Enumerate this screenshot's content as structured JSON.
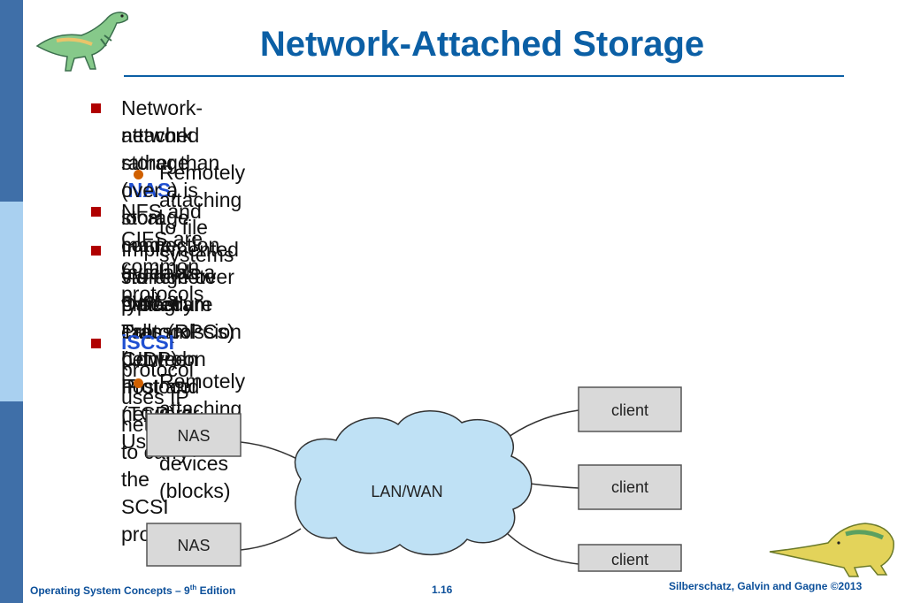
{
  "slide": {
    "title": "Network-Attached Storage",
    "bullets": [
      {
        "pre": "Network-attached storage (",
        "highlight": "NAS",
        "post": ") is storage made available over a",
        "line2": "network rather than over a local connection (such as a bus)"
      },
      {
        "text": "Remotely attaching to file systems"
      },
      {
        "text": "NFS and CIFS are common protocols"
      },
      {
        "line1": "Implemented via remote procedure calls (RPCs) between host and",
        "line2": "storage over typically Transmission Control Protocol (TCP) or User",
        "line3": "Datagram Protocol (UDP) on IP network"
      },
      {
        "highlight": "iSCSI",
        "post": " protocol uses IP network to carry the SCSI protocol"
      },
      {
        "text": "Remotely attaching to devices (blocks)"
      }
    ]
  },
  "diagram": {
    "network_label": "LAN/WAN",
    "nas_boxes": [
      "NAS",
      "NAS"
    ],
    "client_boxes": [
      "client",
      "client",
      "client"
    ]
  },
  "footer": {
    "course_pre": "Operating System Concepts – 9",
    "course_sup": "th",
    "course_post": " Edition",
    "page": "1.16",
    "copyright": "Silberschatz, Galvin and Gagne ©2013"
  },
  "colors": {
    "title": "#0b5fa5",
    "highlight": "#1f4fd1",
    "bullet_square": "#b00000",
    "bullet_dot": "#d06000",
    "sidebar_dark": "#3f6fa8",
    "sidebar_light": "#a9d0f0",
    "cloud": "#bfe1f5",
    "box": "#d9d9d9"
  },
  "icons": [
    "dinosaur-mascot-icon",
    "dinosaur-mascot-icon"
  ]
}
